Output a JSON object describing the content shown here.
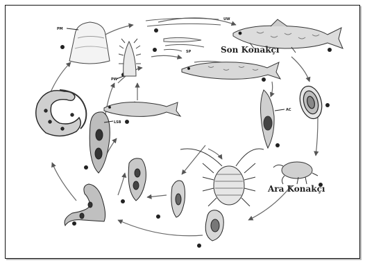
{
  "labels": {
    "final_host": "Son Konakçı",
    "intermediate_host": "Ara Konakçı"
  },
  "annotations": {
    "pm": "PM",
    "uw": "UW",
    "ac": "AC",
    "lsb": "LSB",
    "sp": "SP",
    "pw": "PW"
  }
}
